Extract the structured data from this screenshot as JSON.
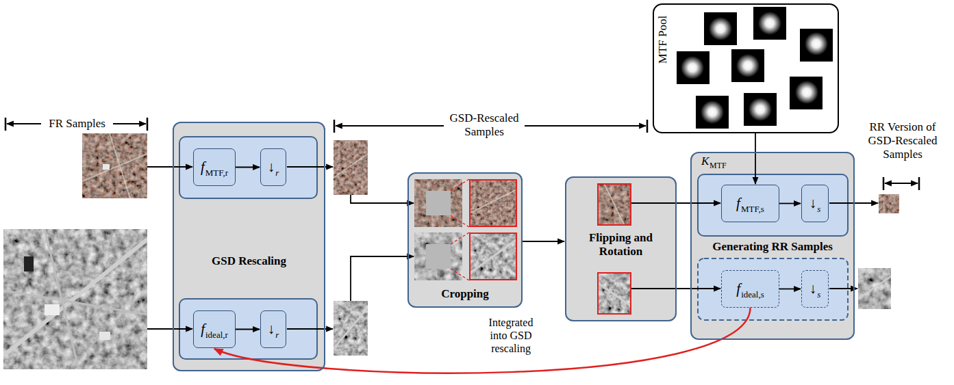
{
  "diagram": {
    "nodes": [
      {
        "text": [
          "GSD Rescaling"
        ]
      },
      {
        "text": [
          "f",
          "MTF,r"
        ],
        "in": 0
      },
      {
        "text": [
          "↓",
          "r"
        ],
        "in": 0
      },
      {
        "text": [
          "f",
          "ideal,r"
        ],
        "in": 0
      },
      {
        "text": [
          "↓",
          "r"
        ],
        "in": 0
      },
      {
        "text": [
          "Cropping"
        ]
      },
      {
        "text": [
          "Flipping and Rotation"
        ]
      },
      {
        "text": [
          "MTF Pool"
        ]
      },
      {
        "text": [
          "Generating RR Samples"
        ]
      },
      {
        "text": [
          "f",
          "MTF,s"
        ],
        "in": 8
      },
      {
        "text": [
          "↓",
          "s"
        ],
        "in": 8
      },
      {
        "text": [
          "f",
          "ideal,s"
        ],
        "in": 8
      },
      {
        "text": [
          "↓",
          "s"
        ],
        "in": 8
      }
    ],
    "edges": [
      {
        "from": 1,
        "to": 2,
        "arrow": "to"
      },
      {
        "from": 3,
        "to": 4,
        "arrow": "to"
      },
      {
        "from": 5,
        "to": 6,
        "arrow": "to"
      },
      {
        "from": 6,
        "to": 9,
        "arrow": "to"
      },
      {
        "from": 6,
        "to": 11,
        "arrow": "to"
      },
      {
        "from": 7,
        "to": 9,
        "arrow": "to"
      },
      {
        "from": 9,
        "to": 10,
        "arrow": "to"
      },
      {
        "from": 11,
        "to": 12,
        "arrow": "to"
      },
      {
        "from": 11,
        "to": 3,
        "arrow": "to",
        "label": "Integrated into GSD rescaling"
      }
    ],
    "labels": [
      "FR Samples",
      "GSD-Rescaled Samples",
      "RR Version of GSD-Rescaled Samples",
      "K",
      "MTF"
    ]
  }
}
